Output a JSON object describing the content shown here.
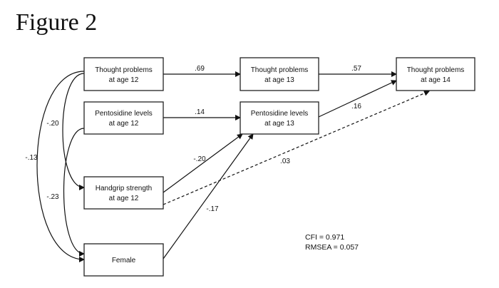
{
  "figure": {
    "title": "Figure 2"
  },
  "nodes": {
    "thought12": [
      "Thought problems",
      "at age 12"
    ],
    "pento12": [
      "Pentosidine levels",
      "at age 12"
    ],
    "grip12": [
      "Handgrip strength",
      "at age 12"
    ],
    "female": [
      "Female"
    ],
    "thought13": [
      "Thought problems",
      "at age 13"
    ],
    "pento13": [
      "Pentosidine levels",
      "at age 13"
    ],
    "thought14": [
      "Thought problems",
      "at age 14"
    ]
  },
  "paths": {
    "thought12_thought13": ".69",
    "thought13_thought14": ".57",
    "pento12_pento13": ".14",
    "pento13_thought14": ".16",
    "grip12_pento13": "-.20",
    "grip12_thought14": ".03",
    "female_pento13": "-.17"
  },
  "correlations": {
    "thought12_grip12": "-.20",
    "thought12_female": "-.13",
    "pento12_female": "-.23"
  },
  "fit": {
    "cfi": "CFI = 0.971",
    "rmsea": "RMSEA = 0.057"
  }
}
